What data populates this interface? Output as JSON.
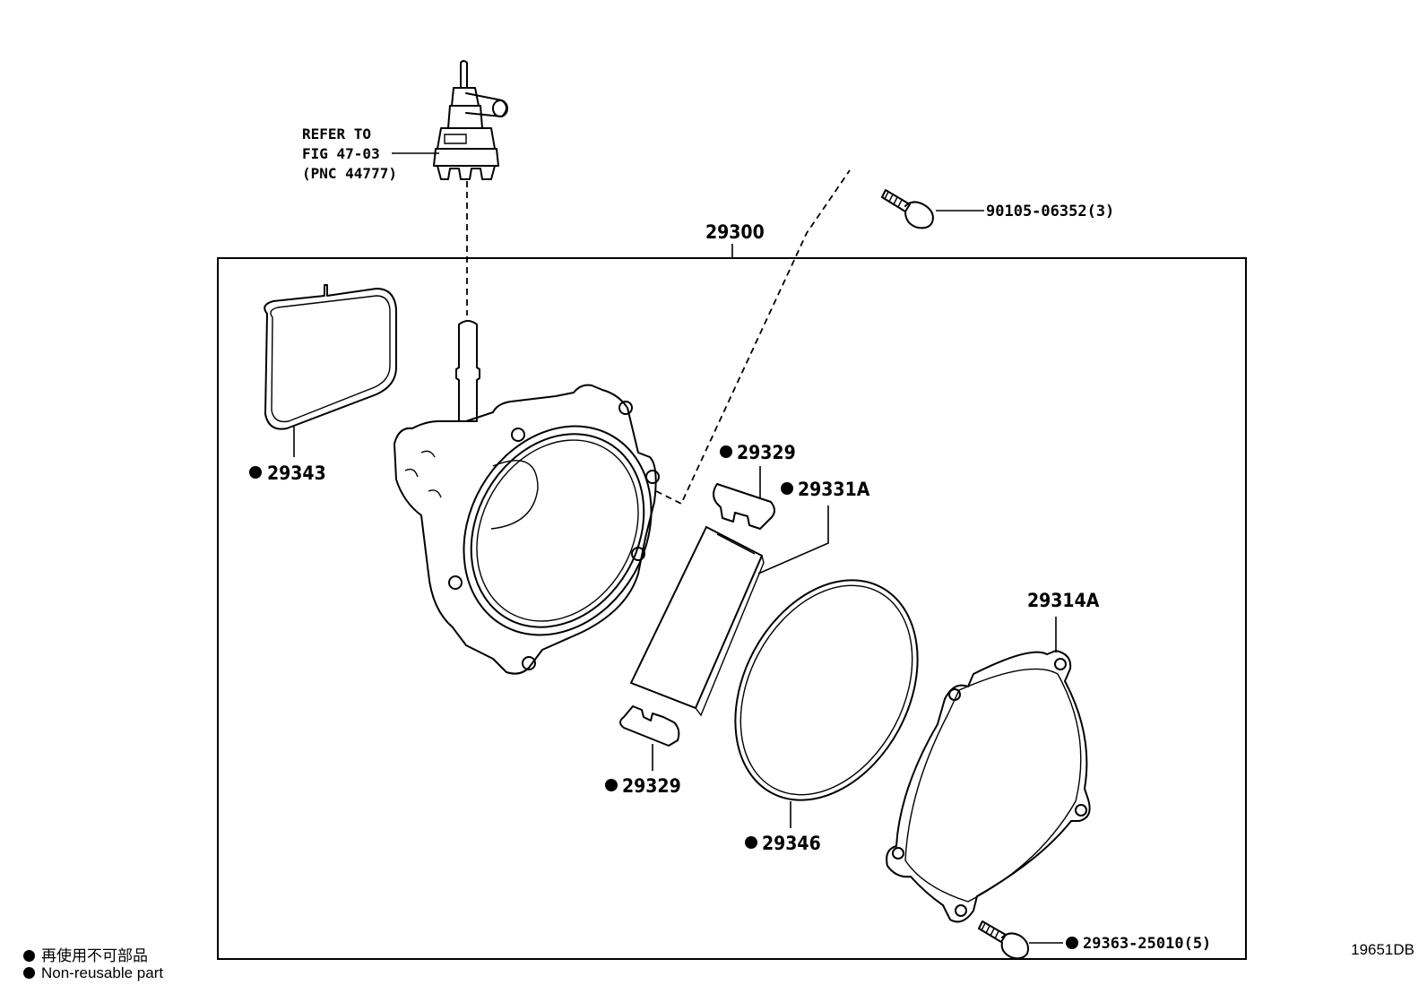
{
  "labels": {
    "refer_line1": "REFER TO",
    "refer_line2": "FIG 47-03",
    "refer_line3": "(PNC 44777)",
    "bolt_top": "90105-06352(3)",
    "assembly": "29300",
    "gasket": "29343",
    "spring_top": "29329",
    "element": "29331A",
    "spring_bottom": "29329",
    "oring": "29346",
    "cover": "29314A",
    "bolt_bottom": "29363-25010(5)"
  },
  "legend": {
    "line_jp": "再使用不可部品",
    "line_en": "Non-reusable part"
  },
  "footer_code": "19651DB",
  "colors": {
    "ink": "#000000",
    "background": "#ffffff"
  }
}
